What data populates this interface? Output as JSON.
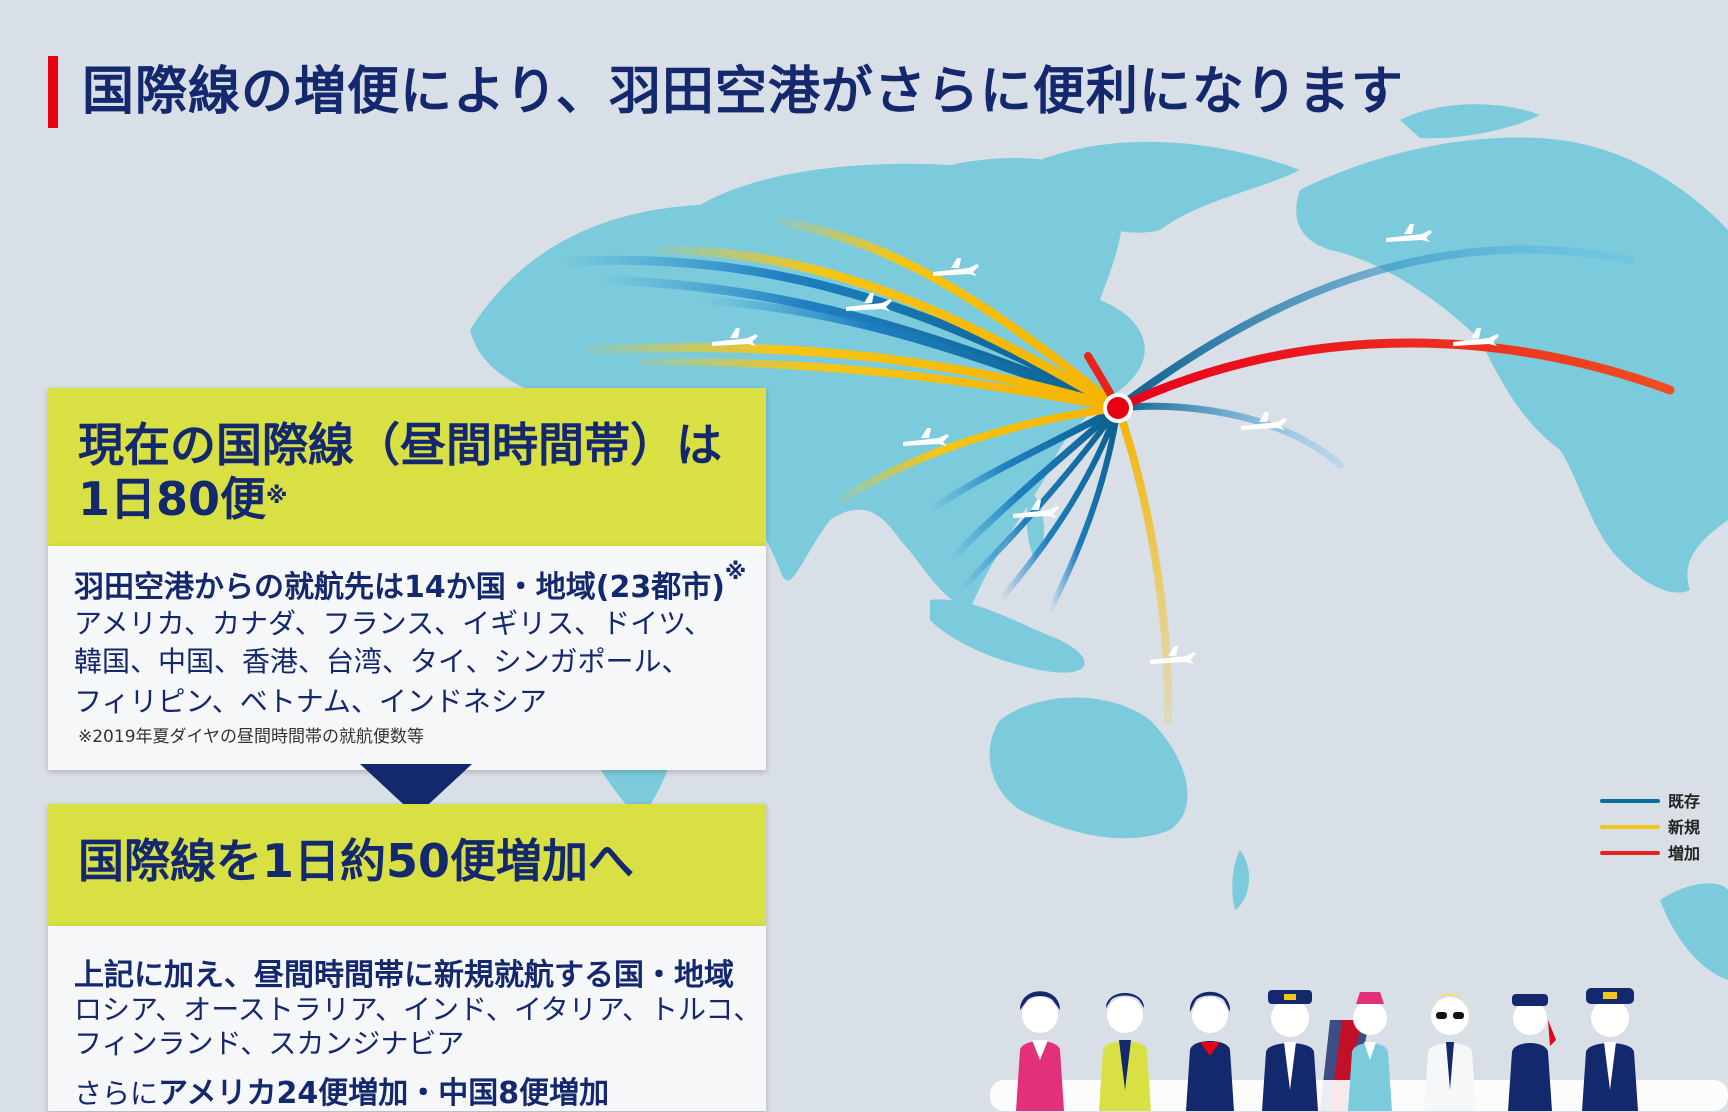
{
  "title": "国際線の増便により、羽田空港がさらに便利になります",
  "colors": {
    "navy": "#14286e",
    "accent_red": "#e60012",
    "lime": "#d8e043",
    "land": "#7ccbdc",
    "sea": "#d9dfe6",
    "route_existing": "#0a6e9b",
    "route_new": "#f5c518",
    "route_increase": "#e8231a"
  },
  "panel_current": {
    "headline_line1": "現在の国際線（昼間時間帯）は",
    "headline_line2": "1日80便",
    "note_mark": "※",
    "subhead": "羽田空港からの就航先は14か国・地域(23都市)",
    "subhead_note": "※",
    "countries_line1": "アメリカ、カナダ、フランス、イギリス、ドイツ、",
    "countries_line2": "韓国、中国、香港、台湾、タイ、シンガポール、",
    "countries_line3": "フィリピン、ベトナム、インドネシア",
    "footnote": "※2019年夏ダイヤの昼間時間帯の就航便数等"
  },
  "panel_future": {
    "headline": "国際線を1日約50便増加へ",
    "subhead": "上記に加え、昼間時間帯に新規就航する国・地域",
    "countries_line1": "ロシア、オーストラリア、インド、イタリア、トルコ、",
    "countries_line2": "フィンランド、スカンジナビア",
    "increase_prefix": "さらに",
    "increase_text": "アメリカ24便増加・中国8便増加"
  },
  "legend": {
    "items": [
      {
        "label": "既存",
        "color": "#0a6e9b"
      },
      {
        "label": "新規",
        "color": "#f5c518"
      },
      {
        "label": "増加",
        "color": "#e8231a"
      }
    ]
  },
  "icons": {
    "hub": "haneda-hub-marker",
    "plane": "airplane-icon",
    "arrow": "down-arrow-icon",
    "crew": "airline-crew-illustration"
  }
}
